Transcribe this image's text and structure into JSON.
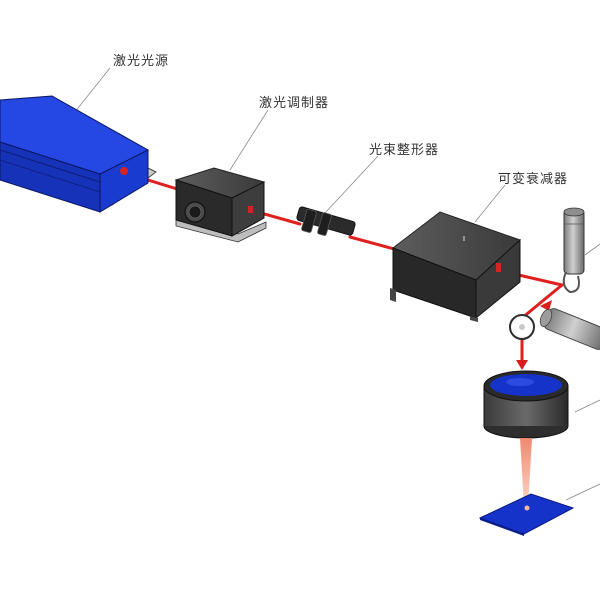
{
  "labels": {
    "laser_source": "激光光源",
    "modulator": "激光调制器",
    "beam_shaper": "光束整形器",
    "attenuator": "可变衰减器"
  },
  "colors": {
    "laser_beam": "#e0201e",
    "source_blue": "#1f3fd6",
    "device_dark": "#2b2b2b",
    "sample_blue": "#1533c9",
    "leader_line": "#8a8a8a"
  }
}
